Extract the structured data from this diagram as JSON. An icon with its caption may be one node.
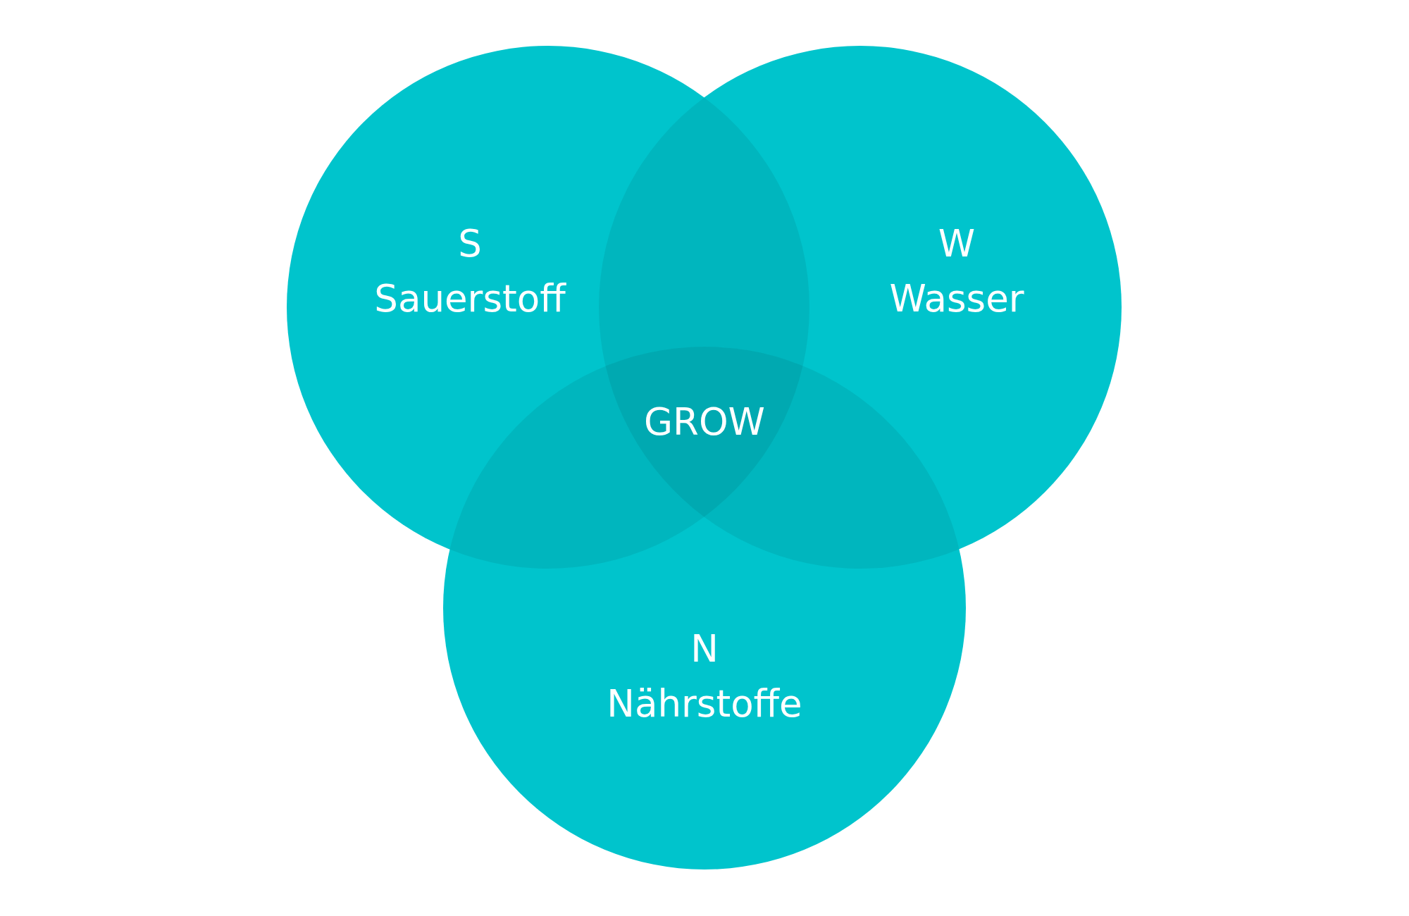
{
  "diagram": {
    "nodes": [
      {
        "text": [
          "S",
          "Sauerstoff"
        ]
      },
      {
        "text": [
          "W",
          "Wasser"
        ]
      },
      {
        "text": [
          "N",
          "Nährstoffe"
        ]
      }
    ],
    "edges": [],
    "labels": [
      "GROW"
    ]
  }
}
